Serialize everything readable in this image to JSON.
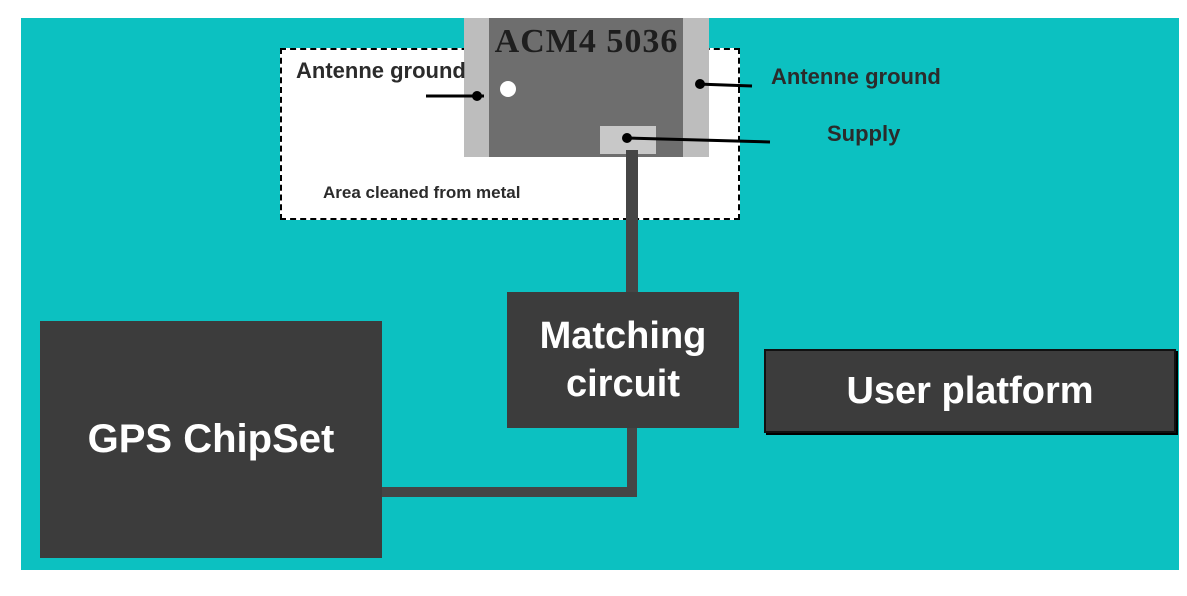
{
  "colors": {
    "board": "#0cc1c1",
    "chip_frame": "#bdbdbd",
    "chip_body": "#6e6e6e",
    "supply_pad": "#c8c8c8",
    "block": "#3c3c3c",
    "wire": "#454545",
    "leader": "#000000"
  },
  "antenna": {
    "part_label": "ACM4 5036",
    "left_label": "Antenne ground",
    "right_label": "Antenne ground",
    "supply_label": "Supply",
    "clearance_label": "Area cleaned from metal"
  },
  "blocks": {
    "gps_label": "GPS ChipSet",
    "matching_line1": "Matching",
    "matching_line2": "circuit",
    "user_label": "User platform"
  }
}
